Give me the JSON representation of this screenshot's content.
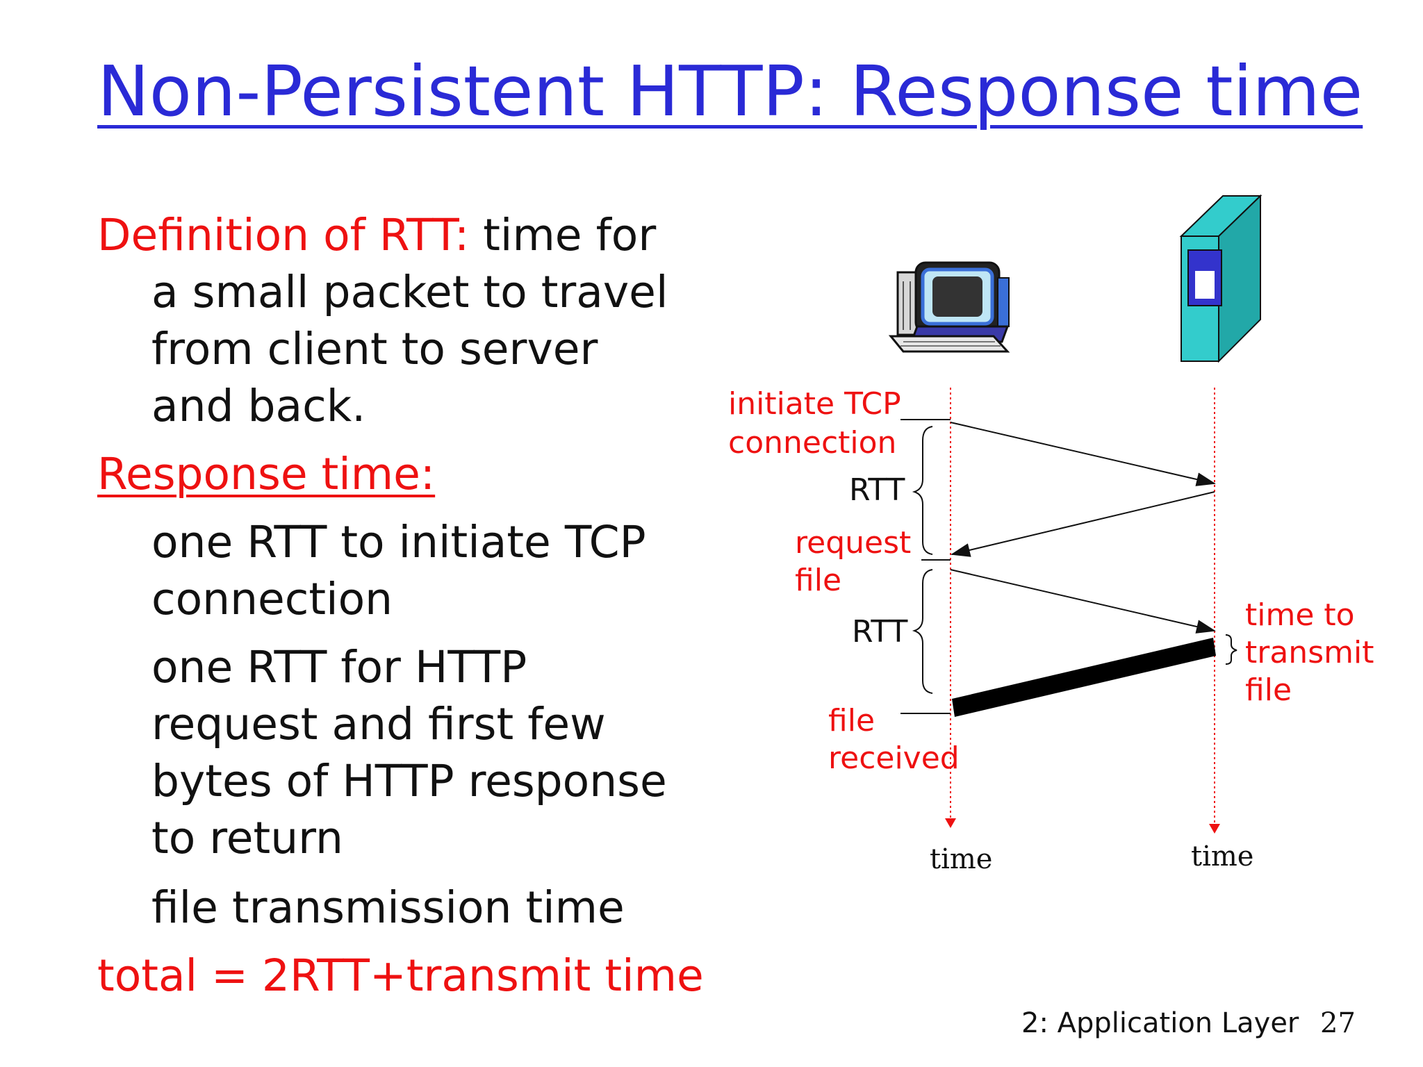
{
  "title": "Non-Persistent HTTP: Response time",
  "left": {
    "definition_label": "Definition of RTT:",
    "definition_line1": "time for",
    "definition_line2": "a small packet to travel",
    "definition_line3": "from client to server",
    "definition_line4": "and back.",
    "response_label": "Response time:",
    "bullet1_line1": "one RTT to initiate TCP",
    "bullet1_line2": "connection",
    "bullet2_line1": "one RTT for HTTP",
    "bullet2_line2": "request and first few",
    "bullet2_line3": "bytes of HTTP response",
    "bullet2_line4": "to return",
    "bullet3": "file transmission time",
    "total": "total = 2RTT+transmit time"
  },
  "diagram": {
    "initiate_tcp_line1": "initiate TCP",
    "initiate_tcp_line2": "connection",
    "rtt_1": "RTT",
    "request_file_line1": "request",
    "request_file_line2": "file",
    "rtt_2": "RTT",
    "time_to_transmit_line1": "time to",
    "time_to_transmit_line2": "transmit",
    "time_to_transmit_line3": "file",
    "file_received_line1": "file",
    "file_received_line2": "received",
    "time_client": "time",
    "time_server": "time",
    "colors": {
      "label_red": "#ee1111",
      "server": "#33cccc",
      "server_panel": "#3333cc"
    },
    "icons": {
      "client": "computer-icon",
      "server": "server-tower-icon"
    }
  },
  "footer": {
    "section": "2: Application Layer",
    "page": "27"
  }
}
